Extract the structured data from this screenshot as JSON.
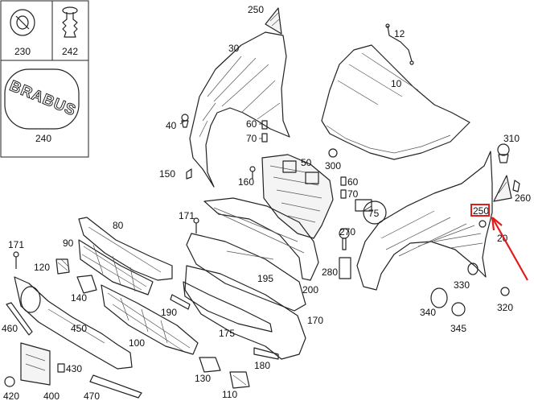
{
  "labels": {
    "p230": "230",
    "p242": "242",
    "p240": "240",
    "p250a": "250",
    "p30": "30",
    "p12": "12",
    "p10": "10",
    "p40": "40",
    "p60a": "60",
    "p70a": "70",
    "p150": "150",
    "p160": "160",
    "p50": "50",
    "p300": "300",
    "p310": "310",
    "p60b": "60",
    "p70b": "70",
    "p75": "75",
    "p250b": "250",
    "p260": "260",
    "p20": "20",
    "p171a": "171",
    "p80": "80",
    "p90": "90",
    "p171b": "171",
    "p120": "120",
    "p140": "140",
    "p270": "270",
    "p280": "280",
    "p195": "195",
    "p200": "200",
    "p330": "330",
    "p340": "340",
    "p345": "345",
    "p320": "320",
    "p460": "460",
    "p450": "450",
    "p190": "190",
    "p100": "100",
    "p175": "175",
    "p170": "170",
    "p180": "180",
    "p430": "430",
    "p420": "420",
    "p400": "400",
    "p470": "470",
    "p130": "130",
    "p110": "110"
  },
  "emblem_text": "BRABUS",
  "colors": {
    "highlight": "#e21b1b",
    "line": "#222222"
  }
}
